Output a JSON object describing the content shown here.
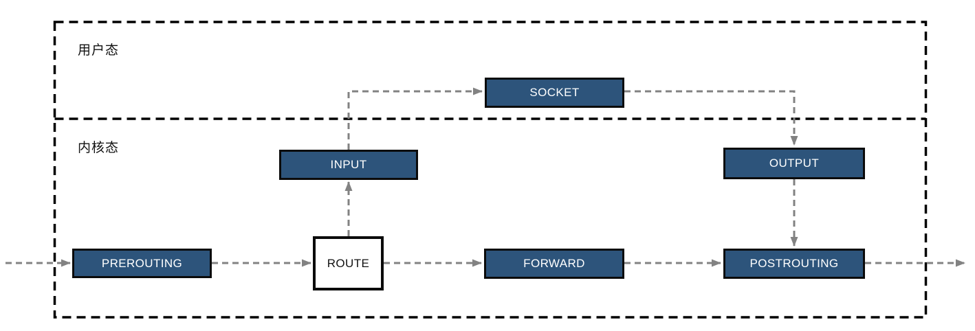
{
  "diagram": {
    "title_implicit": "netfilter packet flow",
    "regions": [
      {
        "id": "user-space",
        "label": "用户态"
      },
      {
        "id": "kernel-space",
        "label": "内核态"
      }
    ],
    "nodes": [
      {
        "id": "socket",
        "label": "SOCKET",
        "region": "user-space",
        "shape": "chain-box"
      },
      {
        "id": "input",
        "label": "INPUT",
        "region": "kernel-space",
        "shape": "chain-box"
      },
      {
        "id": "output",
        "label": "OUTPUT",
        "region": "kernel-space",
        "shape": "chain-box"
      },
      {
        "id": "prerouting",
        "label": "PREROUTING",
        "region": "kernel-space",
        "shape": "chain-box"
      },
      {
        "id": "route",
        "label": "ROUTE",
        "region": "kernel-space",
        "shape": "decision-box"
      },
      {
        "id": "forward",
        "label": "FORWARD",
        "region": "kernel-space",
        "shape": "chain-box"
      },
      {
        "id": "postrouting",
        "label": "POSTROUTING",
        "region": "kernel-space",
        "shape": "chain-box"
      }
    ],
    "edges": [
      {
        "from": "external-in",
        "to": "prerouting"
      },
      {
        "from": "prerouting",
        "to": "route"
      },
      {
        "from": "route",
        "to": "forward"
      },
      {
        "from": "forward",
        "to": "postrouting"
      },
      {
        "from": "postrouting",
        "to": "external-out"
      },
      {
        "from": "route",
        "to": "input"
      },
      {
        "from": "input",
        "to": "socket"
      },
      {
        "from": "socket",
        "to": "output"
      },
      {
        "from": "output",
        "to": "postrouting"
      }
    ],
    "colors": {
      "node_fill": "#2d547b",
      "node_text": "#ffffff",
      "route_fill": "#ffffff",
      "route_text": "#111111",
      "node_border": "#0b0b0b",
      "region_border": "#000000",
      "connector": "#828282",
      "background": "#ffffff"
    }
  }
}
